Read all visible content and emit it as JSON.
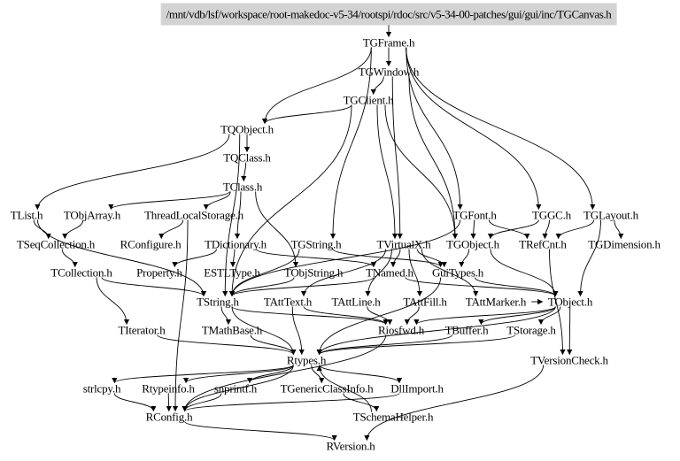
{
  "diagram": {
    "title": "Include dependency graph for TGCanvas.h",
    "colors": {
      "root_fill": "#d3d3d3",
      "edge": "#000000",
      "text": "#000000",
      "background": "#ffffff"
    },
    "nodes": [
      {
        "id": "root",
        "label": "/mnt/vdb/lsf/workspace/root-makedoc-v5-34/rootspi/rdoc/src/v5-34-00-patches/gui/gui/inc/TGCanvas.h",
        "root": true
      },
      {
        "id": "TGFrame",
        "label": "TGFrame.h"
      },
      {
        "id": "TGWindow",
        "label": "TGWindow.h"
      },
      {
        "id": "TGClient",
        "label": "TGClient.h"
      },
      {
        "id": "TQObject",
        "label": "TQObject.h"
      },
      {
        "id": "TQClass",
        "label": "TQClass.h"
      },
      {
        "id": "TClass",
        "label": "TClass.h"
      },
      {
        "id": "TList",
        "label": "TList.h"
      },
      {
        "id": "TObjArray",
        "label": "TObjArray.h"
      },
      {
        "id": "ThreadLocalStorage",
        "label": "ThreadLocalStorage.h"
      },
      {
        "id": "TSeqCollection",
        "label": "TSeqCollection.h"
      },
      {
        "id": "RConfigure",
        "label": "RConfigure.h"
      },
      {
        "id": "TDictionary",
        "label": "TDictionary.h"
      },
      {
        "id": "TGString",
        "label": "TGString.h"
      },
      {
        "id": "TVirtualX",
        "label": "TVirtualX.h"
      },
      {
        "id": "TGFont",
        "label": "TGFont.h"
      },
      {
        "id": "TGGC",
        "label": "TGGC.h"
      },
      {
        "id": "TGLayout",
        "label": "TGLayout.h"
      },
      {
        "id": "TGObject",
        "label": "TGObject.h"
      },
      {
        "id": "TRefCnt",
        "label": "TRefCnt.h"
      },
      {
        "id": "TGDimension",
        "label": "TGDimension.h"
      },
      {
        "id": "TCollection",
        "label": "TCollection.h"
      },
      {
        "id": "Property",
        "label": "Property.h"
      },
      {
        "id": "ESTLType",
        "label": "ESTLType.h"
      },
      {
        "id": "TObjString",
        "label": "TObjString.h"
      },
      {
        "id": "TNamed",
        "label": "TNamed.h"
      },
      {
        "id": "GuiTypes",
        "label": "GuiTypes.h"
      },
      {
        "id": "TString",
        "label": "TString.h"
      },
      {
        "id": "TAttText",
        "label": "TAttText.h"
      },
      {
        "id": "TAttLine",
        "label": "TAttLine.h"
      },
      {
        "id": "TAttFill",
        "label": "TAttFill.h"
      },
      {
        "id": "TAttMarker",
        "label": "TAttMarker.h"
      },
      {
        "id": "TObject",
        "label": "TObject.h"
      },
      {
        "id": "TIterator",
        "label": "TIterator.h"
      },
      {
        "id": "TMathBase",
        "label": "TMathBase.h"
      },
      {
        "id": "Riosfwd",
        "label": "Riosfwd.h"
      },
      {
        "id": "TBuffer",
        "label": "TBuffer.h"
      },
      {
        "id": "TStorage",
        "label": "TStorage.h"
      },
      {
        "id": "Rtypes",
        "label": "Rtypes.h"
      },
      {
        "id": "TVersionCheck",
        "label": "TVersionCheck.h"
      },
      {
        "id": "strlcpy",
        "label": "strlcpy.h"
      },
      {
        "id": "Rtypeinfo",
        "label": "Rtypeinfo.h"
      },
      {
        "id": "snprintf",
        "label": "snprintf.h"
      },
      {
        "id": "TGenericClassInfo",
        "label": "TGenericClassInfo.h"
      },
      {
        "id": "DllImport",
        "label": "DllImport.h"
      },
      {
        "id": "RConfig",
        "label": "RConfig.h"
      },
      {
        "id": "TSchemaHelper",
        "label": "TSchemaHelper.h"
      },
      {
        "id": "RVersion",
        "label": "RVersion.h"
      }
    ],
    "edges": [
      [
        "root",
        "TGFrame"
      ],
      [
        "TGFrame",
        "TGWindow"
      ],
      [
        "TGFrame",
        "TQObject"
      ],
      [
        "TGFrame",
        "TGGC"
      ],
      [
        "TGFrame",
        "TGFont"
      ],
      [
        "TGFrame",
        "TGLayout"
      ],
      [
        "TGFrame",
        "TGString"
      ],
      [
        "TGWindow",
        "TGClient"
      ],
      [
        "TGWindow",
        "TGObject"
      ],
      [
        "TGWindow",
        "TVirtualX"
      ],
      [
        "TGClient",
        "TQObject"
      ],
      [
        "TGClient",
        "TString"
      ],
      [
        "TGClient",
        "TGObject"
      ],
      [
        "TGClient",
        "TVirtualX"
      ],
      [
        "TQObject",
        "TQClass"
      ],
      [
        "TQObject",
        "TList"
      ],
      [
        "TQObject",
        "TString"
      ],
      [
        "TQClass",
        "TClass"
      ],
      [
        "TClass",
        "TObjArray"
      ],
      [
        "TClass",
        "ThreadLocalStorage"
      ],
      [
        "TClass",
        "TDictionary"
      ],
      [
        "TClass",
        "TObjString"
      ],
      [
        "TList",
        "TSeqCollection"
      ],
      [
        "TList",
        "TString"
      ],
      [
        "TObjArray",
        "TSeqCollection"
      ],
      [
        "ThreadLocalStorage",
        "RConfigure"
      ],
      [
        "ThreadLocalStorage",
        "RConfig"
      ],
      [
        "TSeqCollection",
        "TCollection"
      ],
      [
        "TDictionary",
        "Property"
      ],
      [
        "TDictionary",
        "ESTLType"
      ],
      [
        "TDictionary",
        "TNamed"
      ],
      [
        "TGString",
        "TString"
      ],
      [
        "TGString",
        "GuiTypes"
      ],
      [
        "TVirtualX",
        "GuiTypes"
      ],
      [
        "TVirtualX",
        "TNamed"
      ],
      [
        "TVirtualX",
        "TAttText"
      ],
      [
        "TVirtualX",
        "TAttLine"
      ],
      [
        "TVirtualX",
        "TAttFill"
      ],
      [
        "TVirtualX",
        "TAttMarker"
      ],
      [
        "TGFont",
        "TGObject"
      ],
      [
        "TGFont",
        "TRefCnt"
      ],
      [
        "TGFont",
        "TString"
      ],
      [
        "TGGC",
        "TGObject"
      ],
      [
        "TGGC",
        "TRefCnt"
      ],
      [
        "TGLayout",
        "TGDimension"
      ],
      [
        "TGLayout",
        "TRefCnt"
      ],
      [
        "TGLayout",
        "TObject"
      ],
      [
        "TGObject",
        "GuiTypes"
      ],
      [
        "TGObject",
        "TObject"
      ],
      [
        "TRefCnt",
        "TVersionCheck"
      ],
      [
        "TCollection",
        "TString"
      ],
      [
        "TCollection",
        "TIterator"
      ],
      [
        "TObjString",
        "TString"
      ],
      [
        "TNamed",
        "TString"
      ],
      [
        "TNamed",
        "TObject"
      ],
      [
        "GuiTypes",
        "Rtypes"
      ],
      [
        "GuiTypes",
        "TObject"
      ],
      [
        "TString",
        "TMathBase"
      ],
      [
        "TString",
        "Riosfwd"
      ],
      [
        "TString",
        "Rtypes"
      ],
      [
        "TAttText",
        "Rtypes"
      ],
      [
        "TAttText",
        "Riosfwd"
      ],
      [
        "TAttLine",
        "Riosfwd"
      ],
      [
        "TAttFill",
        "Riosfwd"
      ],
      [
        "TAttMarker",
        "TObject"
      ],
      [
        "TObject",
        "TStorage"
      ],
      [
        "TObject",
        "TBuffer"
      ],
      [
        "TObject",
        "Riosfwd"
      ],
      [
        "TObject",
        "TVersionCheck"
      ],
      [
        "TObject",
        "Rtypes"
      ],
      [
        "TIterator",
        "Rtypes"
      ],
      [
        "TMathBase",
        "Rtypes"
      ],
      [
        "TBuffer",
        "Rtypes"
      ],
      [
        "TStorage",
        "Rtypes"
      ],
      [
        "TVersionCheck",
        "RVersion"
      ],
      [
        "Riosfwd",
        "RConfig"
      ],
      [
        "Rtypes",
        "strlcpy"
      ],
      [
        "Rtypes",
        "Rtypeinfo"
      ],
      [
        "Rtypes",
        "snprintf"
      ],
      [
        "Rtypes",
        "TGenericClassInfo"
      ],
      [
        "Rtypes",
        "DllImport"
      ],
      [
        "Rtypes",
        "RConfig"
      ],
      [
        "strlcpy",
        "RConfig"
      ],
      [
        "Rtypeinfo",
        "RConfig"
      ],
      [
        "snprintf",
        "RConfig"
      ],
      [
        "TGenericClassInfo",
        "TSchemaHelper"
      ],
      [
        "TSchemaHelper",
        "Rtypes"
      ],
      [
        "DllImport",
        "RConfig"
      ],
      [
        "RConfig",
        "RVersion"
      ]
    ]
  }
}
